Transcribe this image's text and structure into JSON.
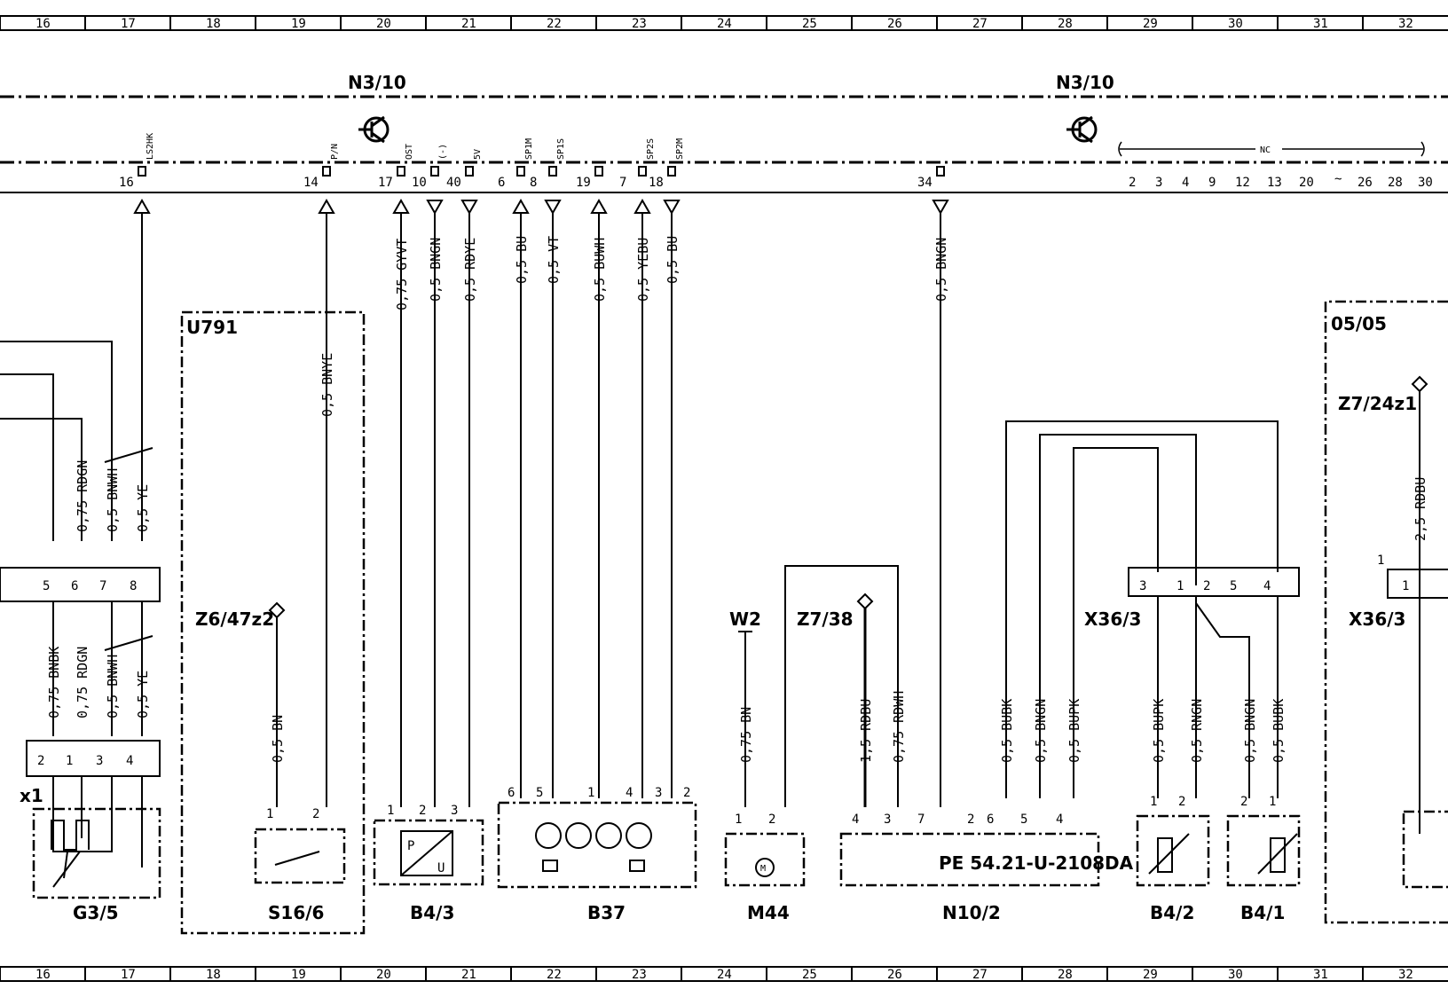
{
  "ruler_columns": [
    "16",
    "17",
    "18",
    "19",
    "20",
    "21",
    "22",
    "23",
    "24",
    "25",
    "26",
    "27",
    "28",
    "29",
    "30",
    "31",
    "32"
  ],
  "controller": {
    "label_left": "N3/10",
    "label_right": "N3/10",
    "nc_label": "NC",
    "nc_pins_a": [
      "2",
      "3",
      "4",
      "9",
      "12",
      "13",
      "20"
    ],
    "nc_pins_b": [
      "26",
      "28",
      "30"
    ],
    "pins": [
      {
        "num": "16",
        "signal": "LS2HK",
        "wire": "0,5 YE"
      },
      {
        "num": "14",
        "signal": "P/N",
        "wire": "0,5 BNYE"
      },
      {
        "num": "17",
        "signal": "OST",
        "wire": "0,75 GYVT"
      },
      {
        "num": "10",
        "signal": "(-)",
        "wire": "0,5 BNGN"
      },
      {
        "num": "40",
        "signal": "5V",
        "wire": "0,5 RDYE"
      },
      {
        "num": "6",
        "signal": "SP1M",
        "wire": "0,5 BU"
      },
      {
        "num": "8",
        "signal": "SP1S",
        "wire": "0,5 VT"
      },
      {
        "num": "19",
        "signal": "",
        "wire": "0,5 BUWH"
      },
      {
        "num": "7",
        "signal": "SP2S",
        "wire": "0,5 YEBU"
      },
      {
        "num": "18",
        "signal": "SP2M",
        "wire": "0,5 BU"
      },
      {
        "num": "34",
        "signal": "",
        "wire": "0,5 BNGN"
      }
    ]
  },
  "left_connector": {
    "pins": [
      "5",
      "6",
      "7",
      "8"
    ],
    "wires_upper": [
      "0,75 RDGN",
      "0,5 BNWH",
      "0,5 YE"
    ],
    "wires_lower": [
      "0,75 BNBK",
      "0,75 RDGN",
      "0,5 BNWH",
      "0,5 YE"
    ]
  },
  "x1": {
    "label": "x1",
    "pins": [
      "2",
      "1",
      "3",
      "4"
    ]
  },
  "components": [
    {
      "id": "G3/5"
    },
    {
      "id": "U791"
    },
    {
      "id": "Z6/47z2",
      "wire": "0,5 BN"
    },
    {
      "id": "S16/6",
      "pins": [
        "1",
        "2"
      ]
    },
    {
      "id": "B4/3",
      "pins": [
        "1",
        "2",
        "3"
      ],
      "marks": [
        "-",
        "+"
      ],
      "sym": [
        "P",
        "U"
      ]
    },
    {
      "id": "B37",
      "pins": [
        "6",
        "5",
        "1",
        "4",
        "3",
        "2"
      ]
    },
    {
      "id": "W2",
      "wire": "0,75 BN"
    },
    {
      "id": "M44",
      "pins": [
        "1",
        "2"
      ],
      "sym": "M"
    },
    {
      "id": "Z7/38",
      "wires": [
        "1,5 RDBU",
        "0,75 RDWH"
      ]
    },
    {
      "id": "N10/2",
      "pins": [
        "4",
        "3",
        "7",
        "2",
        "6",
        "5",
        "4"
      ],
      "ref": "PE  54.21-U-2108DA"
    },
    {
      "id": "X36/3",
      "pins": [
        "3",
        "1",
        "2",
        "5",
        "4"
      ]
    },
    {
      "id": "B4/2",
      "pins": [
        "1",
        "2"
      ]
    },
    {
      "id": "B4/1",
      "pins": [
        "2",
        "1"
      ]
    },
    {
      "id": "05/05"
    },
    {
      "id": "Z7/24z1",
      "wire": "2,5 RDBU"
    },
    {
      "id": "X36/3",
      "pins": [
        "1"
      ],
      "pin_left": "1"
    }
  ],
  "n10_wires": [
    "0,5 BUBK",
    "0,5 BNGN",
    "0,5 BUPK"
  ],
  "x36_wires": [
    "0,5 BUPK",
    "0,5 RNGN",
    "0,5 BNGN",
    "0,5 BUBK"
  ]
}
